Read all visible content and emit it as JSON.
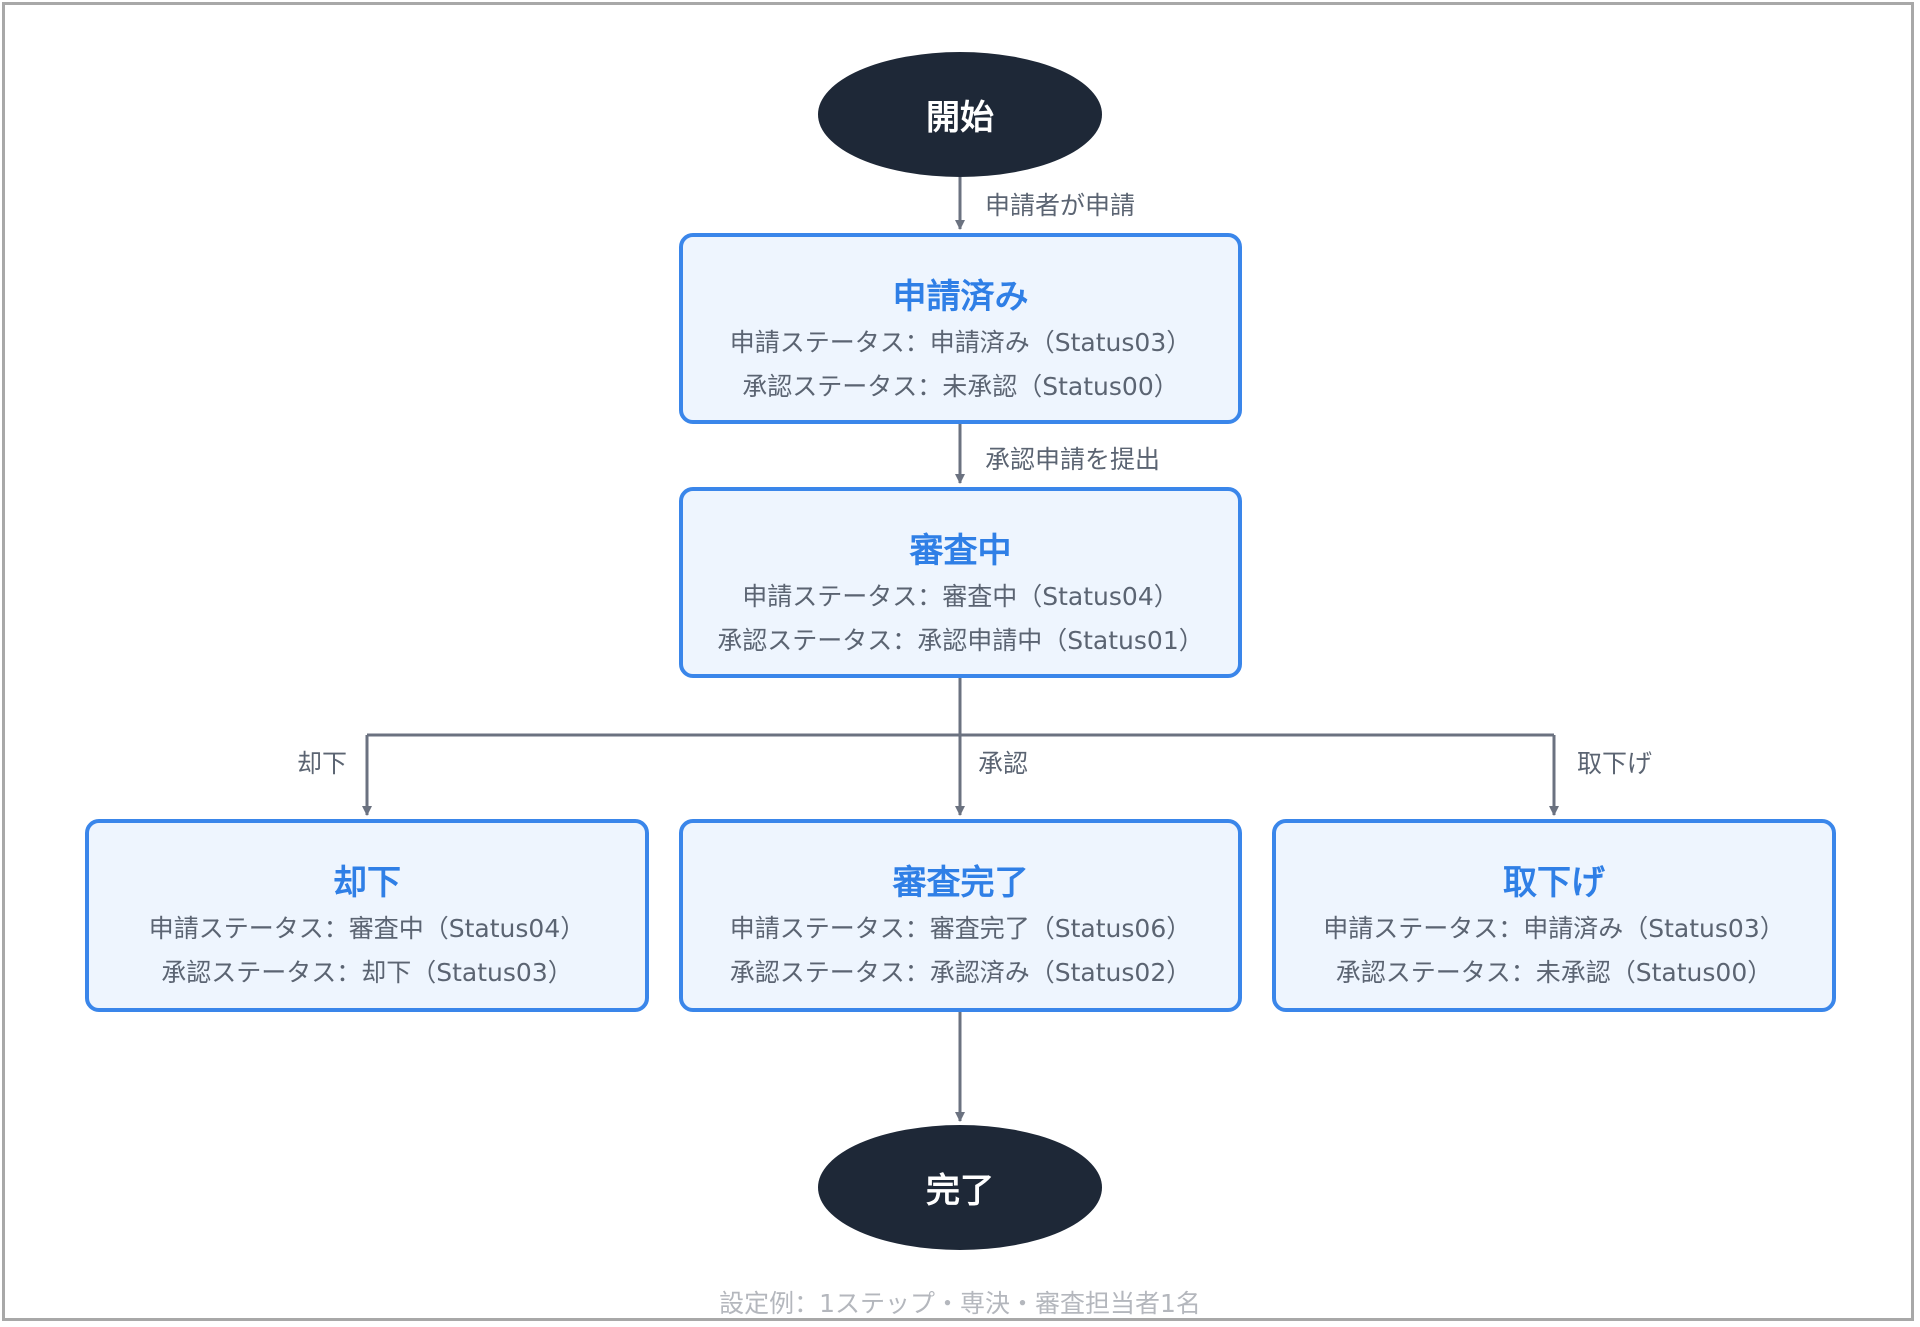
{
  "diagram": {
    "start": {
      "label": "開始"
    },
    "end": {
      "label": "完了"
    },
    "nodes": {
      "submitted": {
        "title": "申請済み",
        "line1": "申請ステータス：申請済み（Status03）",
        "line2": "承認ステータス：未承認（Status00）"
      },
      "reviewing": {
        "title": "審査中",
        "line1": "申請ステータス：審査中（Status04）",
        "line2": "承認ステータス：承認申請中（Status01）"
      },
      "rejected": {
        "title": "却下",
        "line1": "申請ステータス：審査中（Status04）",
        "line2": "承認ステータス：却下（Status03）"
      },
      "approved": {
        "title": "審査完了",
        "line1": "申請ステータス：審査完了（Status06）",
        "line2": "承認ステータス：承認済み（Status02）"
      },
      "withdrawn": {
        "title": "取下げ",
        "line1": "申請ステータス：申請済み（Status03）",
        "line2": "承認ステータス：未承認（Status00）"
      }
    },
    "edges": {
      "apply": "申請者が申請",
      "submit_request": "承認申請を提出",
      "reject": "却下",
      "approve": "承認",
      "withdraw": "取下げ"
    },
    "caption": "設定例：1ステップ・専決・審査担当者1名",
    "colors": {
      "node_border": "#3a86ea",
      "node_fill": "#eef5fe",
      "title_text": "#2f7fe6",
      "terminal_fill": "#1e2837",
      "connector": "#6b7280"
    }
  }
}
